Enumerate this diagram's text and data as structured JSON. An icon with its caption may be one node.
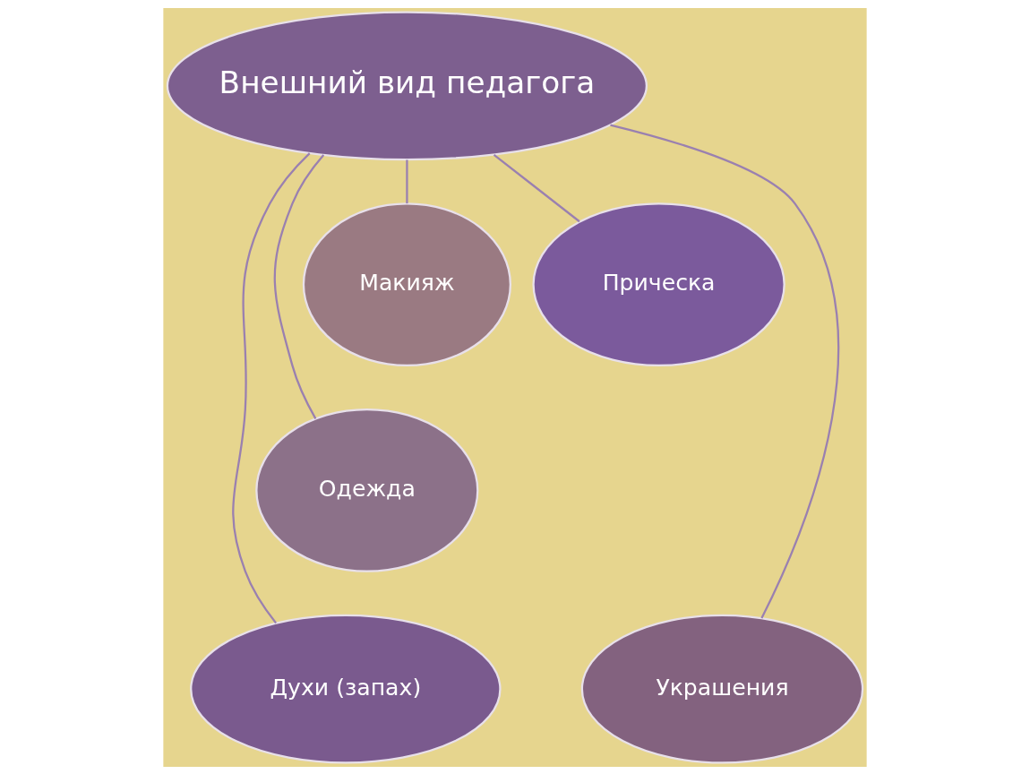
{
  "diagram": {
    "nodes": [
      {
        "text": [
          "Внешний вид педагога"
        ]
      },
      {
        "text": [
          "Макияж"
        ]
      },
      {
        "text": [
          "Прическа"
        ]
      },
      {
        "text": [
          "Одежда"
        ]
      },
      {
        "text": [
          "Духи (запах)"
        ]
      },
      {
        "text": [
          "Украшения"
        ]
      }
    ],
    "edges": [
      {
        "from": 0,
        "to": 1,
        "arrow": "none"
      },
      {
        "from": 0,
        "to": 4,
        "arrow": "none"
      },
      {
        "from": 0,
        "to": 3,
        "arrow": "none"
      },
      {
        "from": 0,
        "to": 5,
        "arrow": "none"
      },
      {
        "from": 0,
        "to": 2,
        "arrow": "none"
      }
    ]
  }
}
